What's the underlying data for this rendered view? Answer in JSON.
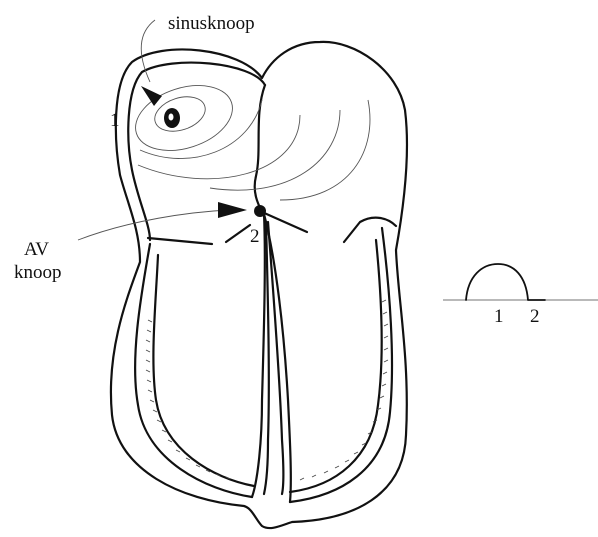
{
  "labels": {
    "sinus_node": "sinusknoop",
    "av_node_line1": "AV",
    "av_node_line2": "knoop",
    "marker_1": "1",
    "marker_2": "2",
    "ecg_marker_1": "1",
    "ecg_marker_2": "2"
  },
  "colors": {
    "ink": "#111111",
    "background": "#ffffff"
  }
}
